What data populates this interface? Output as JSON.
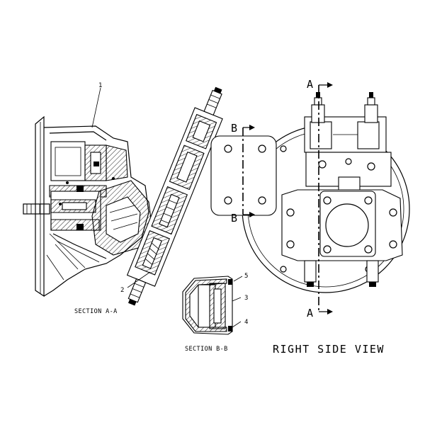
{
  "captions": {
    "section_aa": "SECTION A-A",
    "section_bb": "SECTION B-B",
    "right_side_view": "RIGHT SIDE VIEW"
  },
  "section_markers": {
    "a_top": "A",
    "a_bottom": "A",
    "b_top": "B",
    "b_bottom": "B"
  },
  "callouts": {
    "c1": "1",
    "c2": "2",
    "c3": "3",
    "c4": "4",
    "c5": "5"
  }
}
